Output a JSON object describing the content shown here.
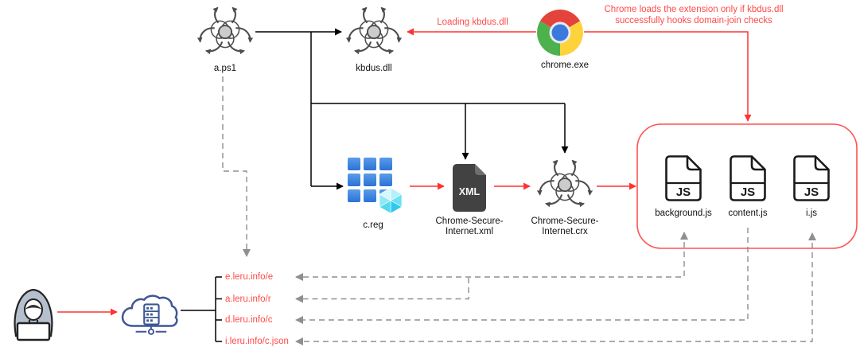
{
  "diagram": {
    "nodes": {
      "aps1": {
        "label": "a.ps1",
        "icon": "malware-icon"
      },
      "kbdus": {
        "label": "kbdus.dll",
        "icon": "malware-icon"
      },
      "chrome": {
        "label": "chrome.exe",
        "icon": "chrome-icon"
      },
      "creg": {
        "label": "c.reg",
        "icon": "registry-icon"
      },
      "xml": {
        "label": "Chrome-Secure-Internet.xml",
        "icon": "xml-file-icon",
        "badge": "XML"
      },
      "crx": {
        "label": "Chrome-Secure-Internet.crx",
        "icon": "malware-icon"
      },
      "background_js": {
        "label": "background.js",
        "icon": "js-file-icon",
        "badge": "JS"
      },
      "content_js": {
        "label": "content.js",
        "icon": "js-file-icon",
        "badge": "JS"
      },
      "i_js": {
        "label": "i.js",
        "icon": "js-file-icon",
        "badge": "JS"
      },
      "attacker": {
        "icon": "hacker-icon"
      },
      "c2_server": {
        "icon": "cloud-server-icon"
      }
    },
    "annotations": {
      "loading": "Loading kbdus.dll",
      "condition": [
        "Chrome loads the extension only if kbdus.dll",
        "successfully hooks domain-join checks"
      ]
    },
    "urls": [
      "e.leru.info/e",
      "a.leru.info/r",
      "d.leru.info/c",
      "i.leru.info/c.json"
    ],
    "badges": {
      "js": "JS",
      "xml": "XML"
    },
    "colors": {
      "line_black": "#000000",
      "line_red": "#ff3232",
      "text_red": "#ff4a4a",
      "box_border_red": "#ff5252",
      "dash_gray": "#8f8f8f",
      "registry_blue": "#2b72d8",
      "cube_cyan": "#2ec9ea",
      "xml_doc_dark": "#424242",
      "cloud_navy": "#3e5795",
      "hood_gray": "#b5bfcd",
      "chrome_red": "#e4433c",
      "chrome_green": "#4db14d",
      "chrome_yellow": "#fdd33c",
      "chrome_blue": "#3b79dd"
    }
  }
}
